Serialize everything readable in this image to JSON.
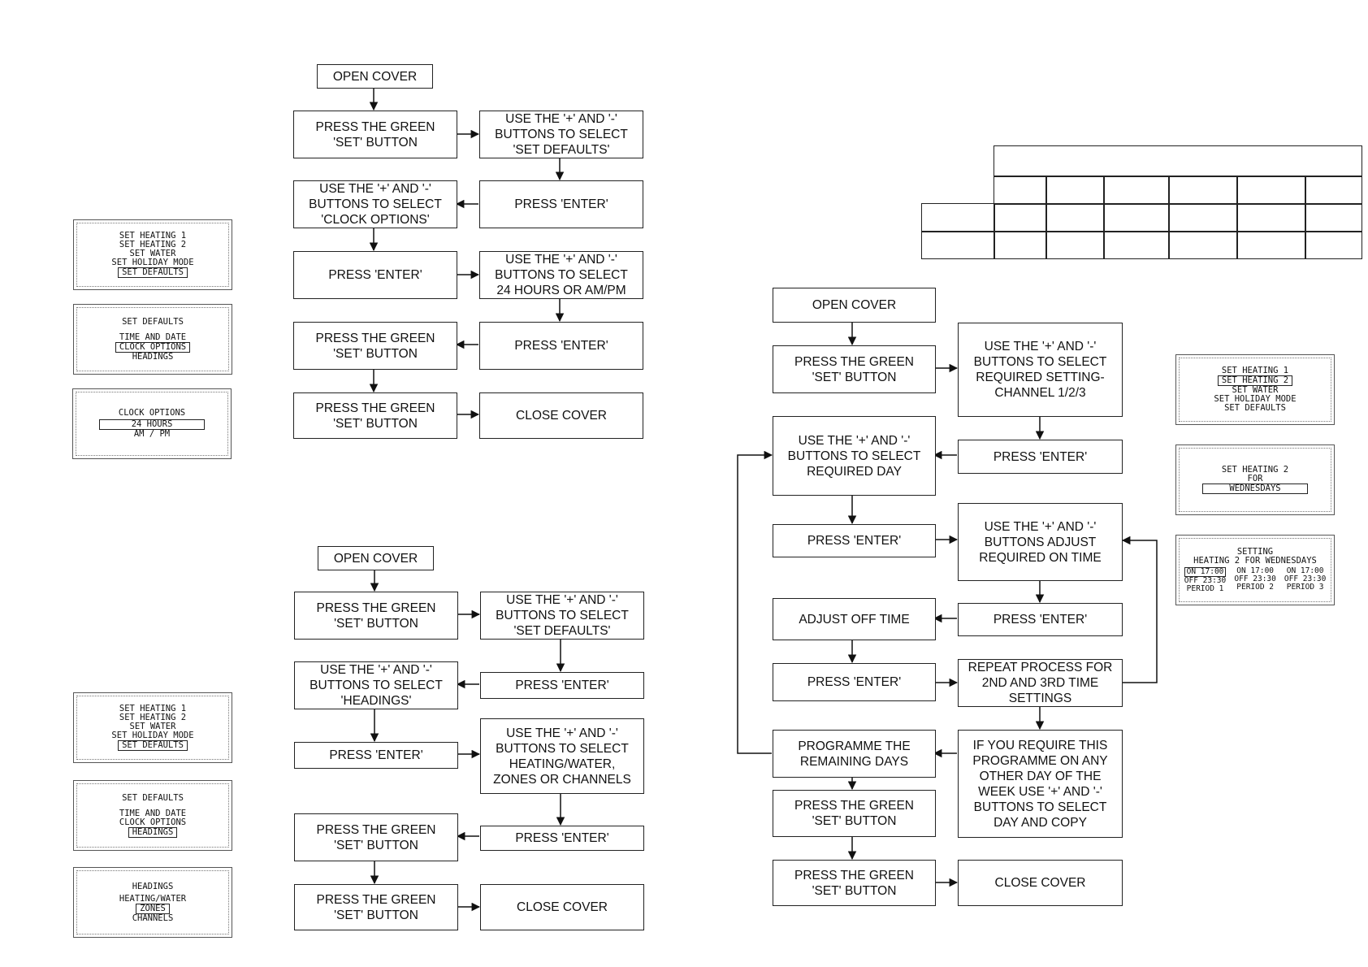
{
  "flow1": {
    "open_cover": "OPEN COVER",
    "press_set_1": "PRESS THE GREEN\n'SET' BUTTON",
    "select_defaults": "USE THE '+' AND '-'\nBUTTONS TO SELECT\n'SET DEFAULTS'",
    "press_enter_1": "PRESS 'ENTER'",
    "select_clock": "USE THE '+' AND '-'\nBUTTONS TO SELECT\n'CLOCK OPTIONS'",
    "press_enter_2": "PRESS 'ENTER'",
    "select_hours": "USE THE '+' AND '-'\nBUTTONS TO SELECT\n24 HOURS OR AM/PM",
    "press_enter_3": "PRESS 'ENTER'",
    "press_set_2": "PRESS THE GREEN\n'SET' BUTTON",
    "press_set_3": "PRESS THE GREEN\n'SET' BUTTON",
    "close_cover": "CLOSE COVER"
  },
  "flow2": {
    "open_cover": "OPEN COVER",
    "press_set_1": "PRESS THE GREEN\n'SET' BUTTON",
    "select_defaults": "USE THE '+' AND '-'\nBUTTONS TO SELECT\n'SET DEFAULTS'",
    "press_enter_1": "PRESS 'ENTER'",
    "select_headings": "USE THE '+' AND '-'\nBUTTONS TO SELECT\n'HEADINGS'",
    "press_enter_2": "PRESS 'ENTER'",
    "select_heating": "USE THE '+' AND '-'\nBUTTONS TO SELECT\nHEATING/WATER,\nZONES OR CHANNELS",
    "press_enter_3": "PRESS 'ENTER'",
    "press_set_2": "PRESS THE GREEN\n'SET' BUTTON",
    "press_set_3": "PRESS THE GREEN\n'SET' BUTTON",
    "close_cover": "CLOSE COVER"
  },
  "flow3": {
    "open_cover": "OPEN COVER",
    "press_set_1": "PRESS THE GREEN\n'SET' BUTTON",
    "select_channel": "USE THE '+' AND '-'\nBUTTONS TO SELECT\nREQUIRED SETTING-\nCHANNEL 1/2/3",
    "press_enter_1": "PRESS 'ENTER'",
    "select_day": "USE THE '+' AND '-'\nBUTTONS TO SELECT\nREQUIRED DAY",
    "press_enter_2": "PRESS 'ENTER'",
    "adjust_on": "USE THE '+' AND '-'\nBUTTONS ADJUST\nREQUIRED ON TIME",
    "press_enter_3": "PRESS 'ENTER'",
    "adjust_off": "ADJUST OFF TIME",
    "press_enter_4": "PRESS 'ENTER'",
    "repeat": "REPEAT PROCESS FOR\n2ND AND 3RD TIME\nSETTINGS",
    "copy_day": "IF YOU REQUIRE THIS\nPROGRAMME ON ANY\nOTHER DAY OF THE\nWEEK USE '+' AND '-'\nBUTTONS TO SELECT\nDAY AND COPY",
    "remaining_days": "PROGRAMME THE\nREMAINING DAYS",
    "press_set_2": "PRESS THE GREEN\n'SET' BUTTON",
    "press_set_3": "PRESS THE GREEN\n'SET' BUTTON",
    "close_cover": "CLOSE COVER"
  },
  "lcd": {
    "menu": {
      "l1": "SET HEATING 1",
      "l2": "SET HEATING 2",
      "l3": "SET WATER",
      "l4": "SET HOLIDAY MODE",
      "l5": "SET DEFAULTS"
    },
    "defaults": {
      "title": "SET DEFAULTS",
      "l1": "TIME AND DATE",
      "l2": "CLOCK OPTIONS",
      "l3": "HEADINGS"
    },
    "clock": {
      "l1": "CLOCK OPTIONS",
      "l2": "24 HOURS",
      "l3": "AM / PM"
    },
    "headings": {
      "title": "HEADINGS",
      "l1": "HEATING/WATER",
      "l2": "ZONES",
      "l3": "CHANNELS"
    },
    "heat2": {
      "l1": "SET HEATING 2",
      "l2": "FOR",
      "l3": "WEDNESDAYS"
    },
    "setting": {
      "l1": "SETTING",
      "l2": "HEATING 2 FOR WEDNESDAYS",
      "on": "ON 17:00",
      "off": "OFF 23:30",
      "p1": "PERIOD 1",
      "p2": "PERIOD 2",
      "p3": "PERIOD 3"
    }
  }
}
